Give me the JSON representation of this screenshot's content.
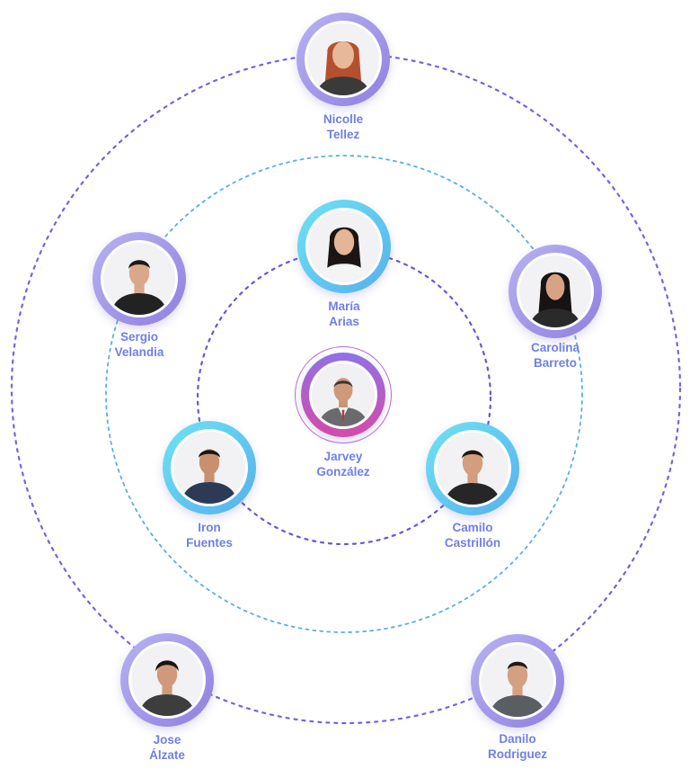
{
  "team": {
    "lead": {
      "first": "Jarvey",
      "last": "González",
      "ring": "center"
    },
    "members": [
      {
        "first": "Nicolle",
        "last": "Tellez",
        "ring": "lav",
        "hair": "#b5502e",
        "shirt": "#3a3a3a",
        "skin": "#e7b99a"
      },
      {
        "first": "Sergio",
        "last": "Velandia",
        "ring": "lav",
        "hair": "#1e1a18",
        "shirt": "#222222",
        "skin": "#d9a88a"
      },
      {
        "first": "María",
        "last": "Arias",
        "ring": "cyan",
        "hair": "#1b1614",
        "shirt": "#f4f4f4",
        "skin": "#e4b596"
      },
      {
        "first": "Carolina",
        "last": "Barreto",
        "ring": "lav",
        "hair": "#161312",
        "shirt": "#2a2a2a",
        "skin": "#d8a384"
      },
      {
        "first": "Iron",
        "last": "Fuentes",
        "ring": "cyan",
        "hair": "#1a1614",
        "shirt": "#2c3a55",
        "skin": "#c8906e"
      },
      {
        "first": "Camilo",
        "last": "Castrillón",
        "ring": "cyan",
        "hair": "#1b1715",
        "shirt": "#262626",
        "skin": "#d49d7e"
      },
      {
        "first": "Jose",
        "last": "Álzate",
        "ring": "lav",
        "hair": "#1a1513",
        "shirt": "#3d3d3d",
        "skin": "#d09a7a"
      },
      {
        "first": "Danilo",
        "last": "Rodriguez",
        "ring": "lav",
        "hair": "#1f1a17",
        "shirt": "#5a5d62",
        "skin": "#d3a082"
      }
    ]
  },
  "colors": {
    "outer_orbit": "#7d5fe0",
    "middle_orbit": "#5aaee8",
    "inner_orbit": "#6a55d8",
    "name_text": "#6f7fe6"
  }
}
